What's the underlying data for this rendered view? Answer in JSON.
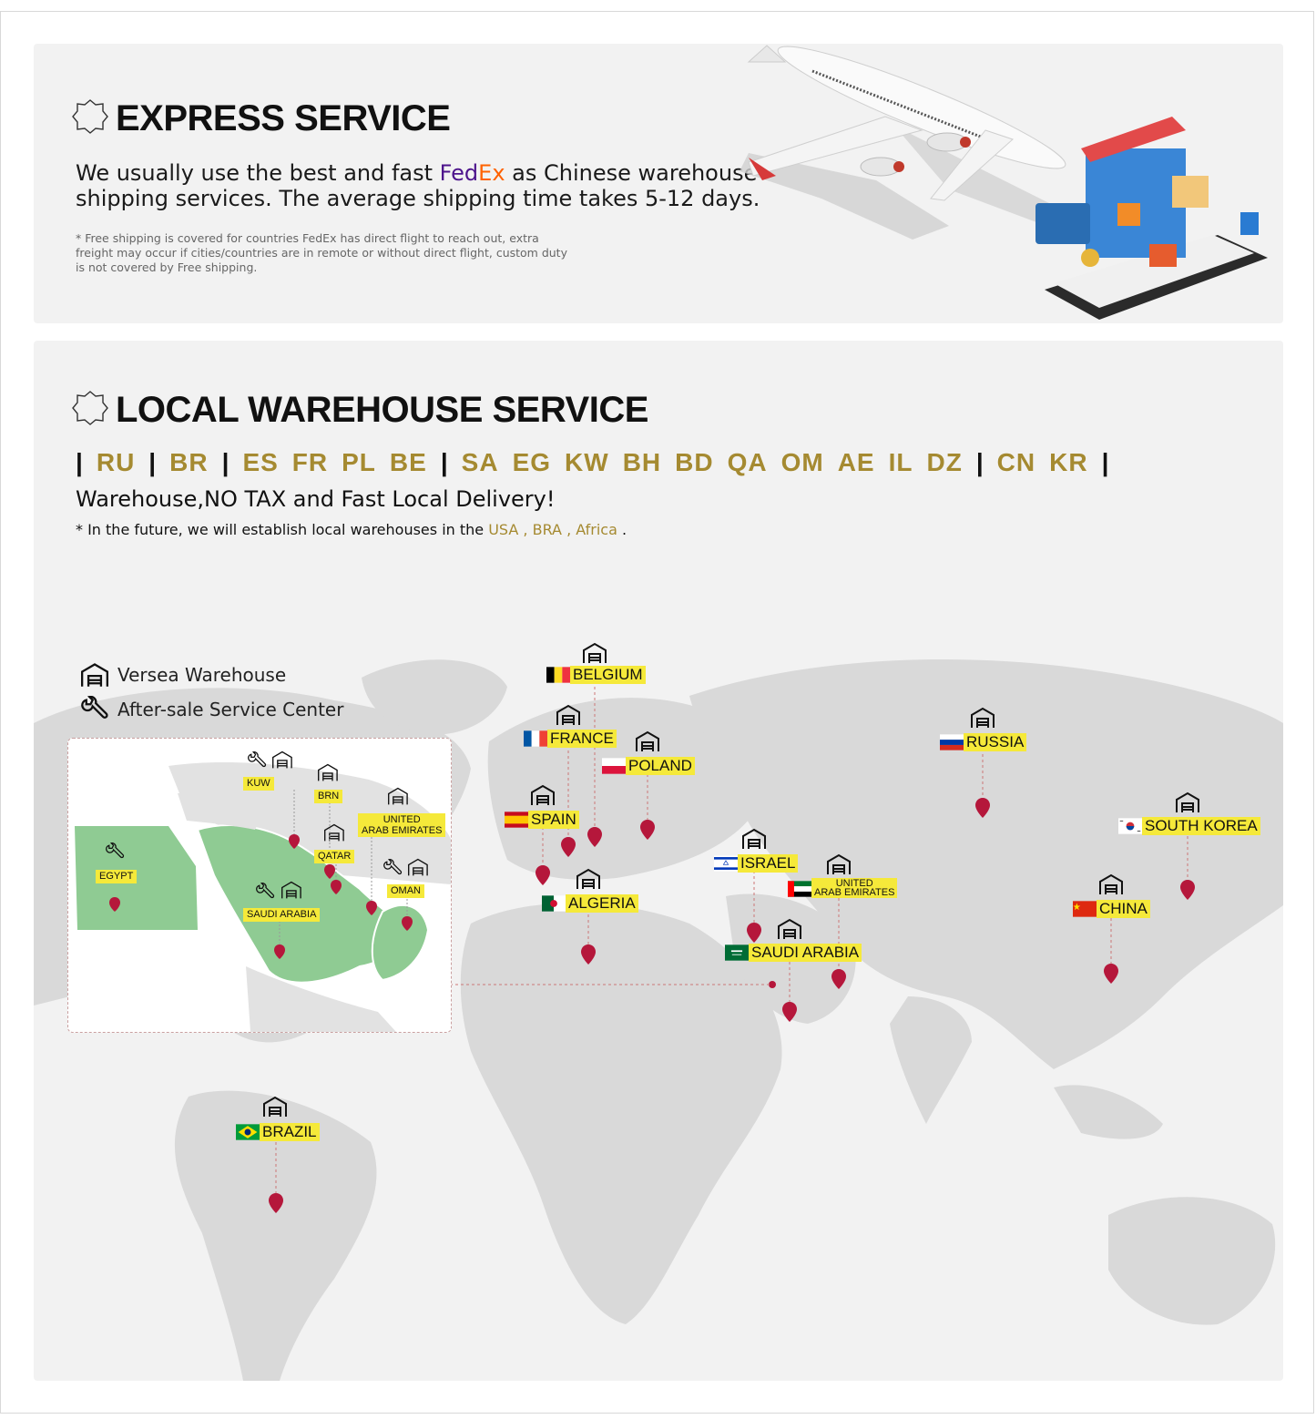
{
  "express": {
    "title": "EXPRESS SERVICE",
    "lead_before": "We usually use the best and fast ",
    "fed": "Fed",
    "ex": "Ex",
    "lead_after": " as Chinese warehouse shipping services. The average shipping time takes 5-12 days.",
    "note": "* Free shipping is covered for countries FedEx has direct flight to reach out, extra freight may occur if cities/countries are in remote or without direct flight,  custom duty is not covered by Free shipping."
  },
  "local": {
    "title": "LOCAL WAREHOUSE SERVICE",
    "code_groups": [
      [
        "RU"
      ],
      [
        "BR"
      ],
      [
        "ES",
        "FR",
        "PL",
        "BE"
      ],
      [
        "SA",
        "EG",
        "KW",
        "BH",
        "BD",
        "QA",
        "OM",
        "AE",
        "IL",
        "DZ"
      ],
      [
        "CN",
        "KR"
      ]
    ],
    "headline": "Warehouse,NO TAX and Fast Local Delivery!",
    "future_before": "* In the future, we will establish local warehouses in the ",
    "future_places": "USA ,  BRA , Africa",
    "future_after": " ."
  },
  "legend": {
    "warehouse": "Versea Warehouse",
    "service": "After-sale Service Center"
  },
  "map_labels": {
    "belgium": "BELGIUM",
    "france": "FRANCE",
    "poland": "POLAND",
    "spain": "SPAIN",
    "algeria": "ALGERIA",
    "israel": "ISRAEL",
    "uae_line1": "UNITED",
    "uae_line2": "ARAB EMIRATES",
    "saudi": "SAUDI ARABIA",
    "russia": "RUSSIA",
    "south_korea": "SOUTH KOREA",
    "china": "CHINA",
    "brazil": "BRAZIL"
  },
  "inset_labels": {
    "kuw": "KUW",
    "brn": "BRN",
    "uae_line1": "UNITED",
    "uae_line2": "ARAB EMIRATES",
    "qatar": "QATAR",
    "egypt": "EGYPT",
    "oman": "OMAN",
    "saudi": "SAUDI ARABIA"
  },
  "colors": {
    "gold": "#a58a31",
    "label_yellow": "#f5e93a",
    "pin_red": "#b5173b",
    "land_grey": "#d9d9d9",
    "inset_green": "#8fcb93",
    "fedex_purple": "#4d148c",
    "fedex_orange": "#ff6200"
  }
}
